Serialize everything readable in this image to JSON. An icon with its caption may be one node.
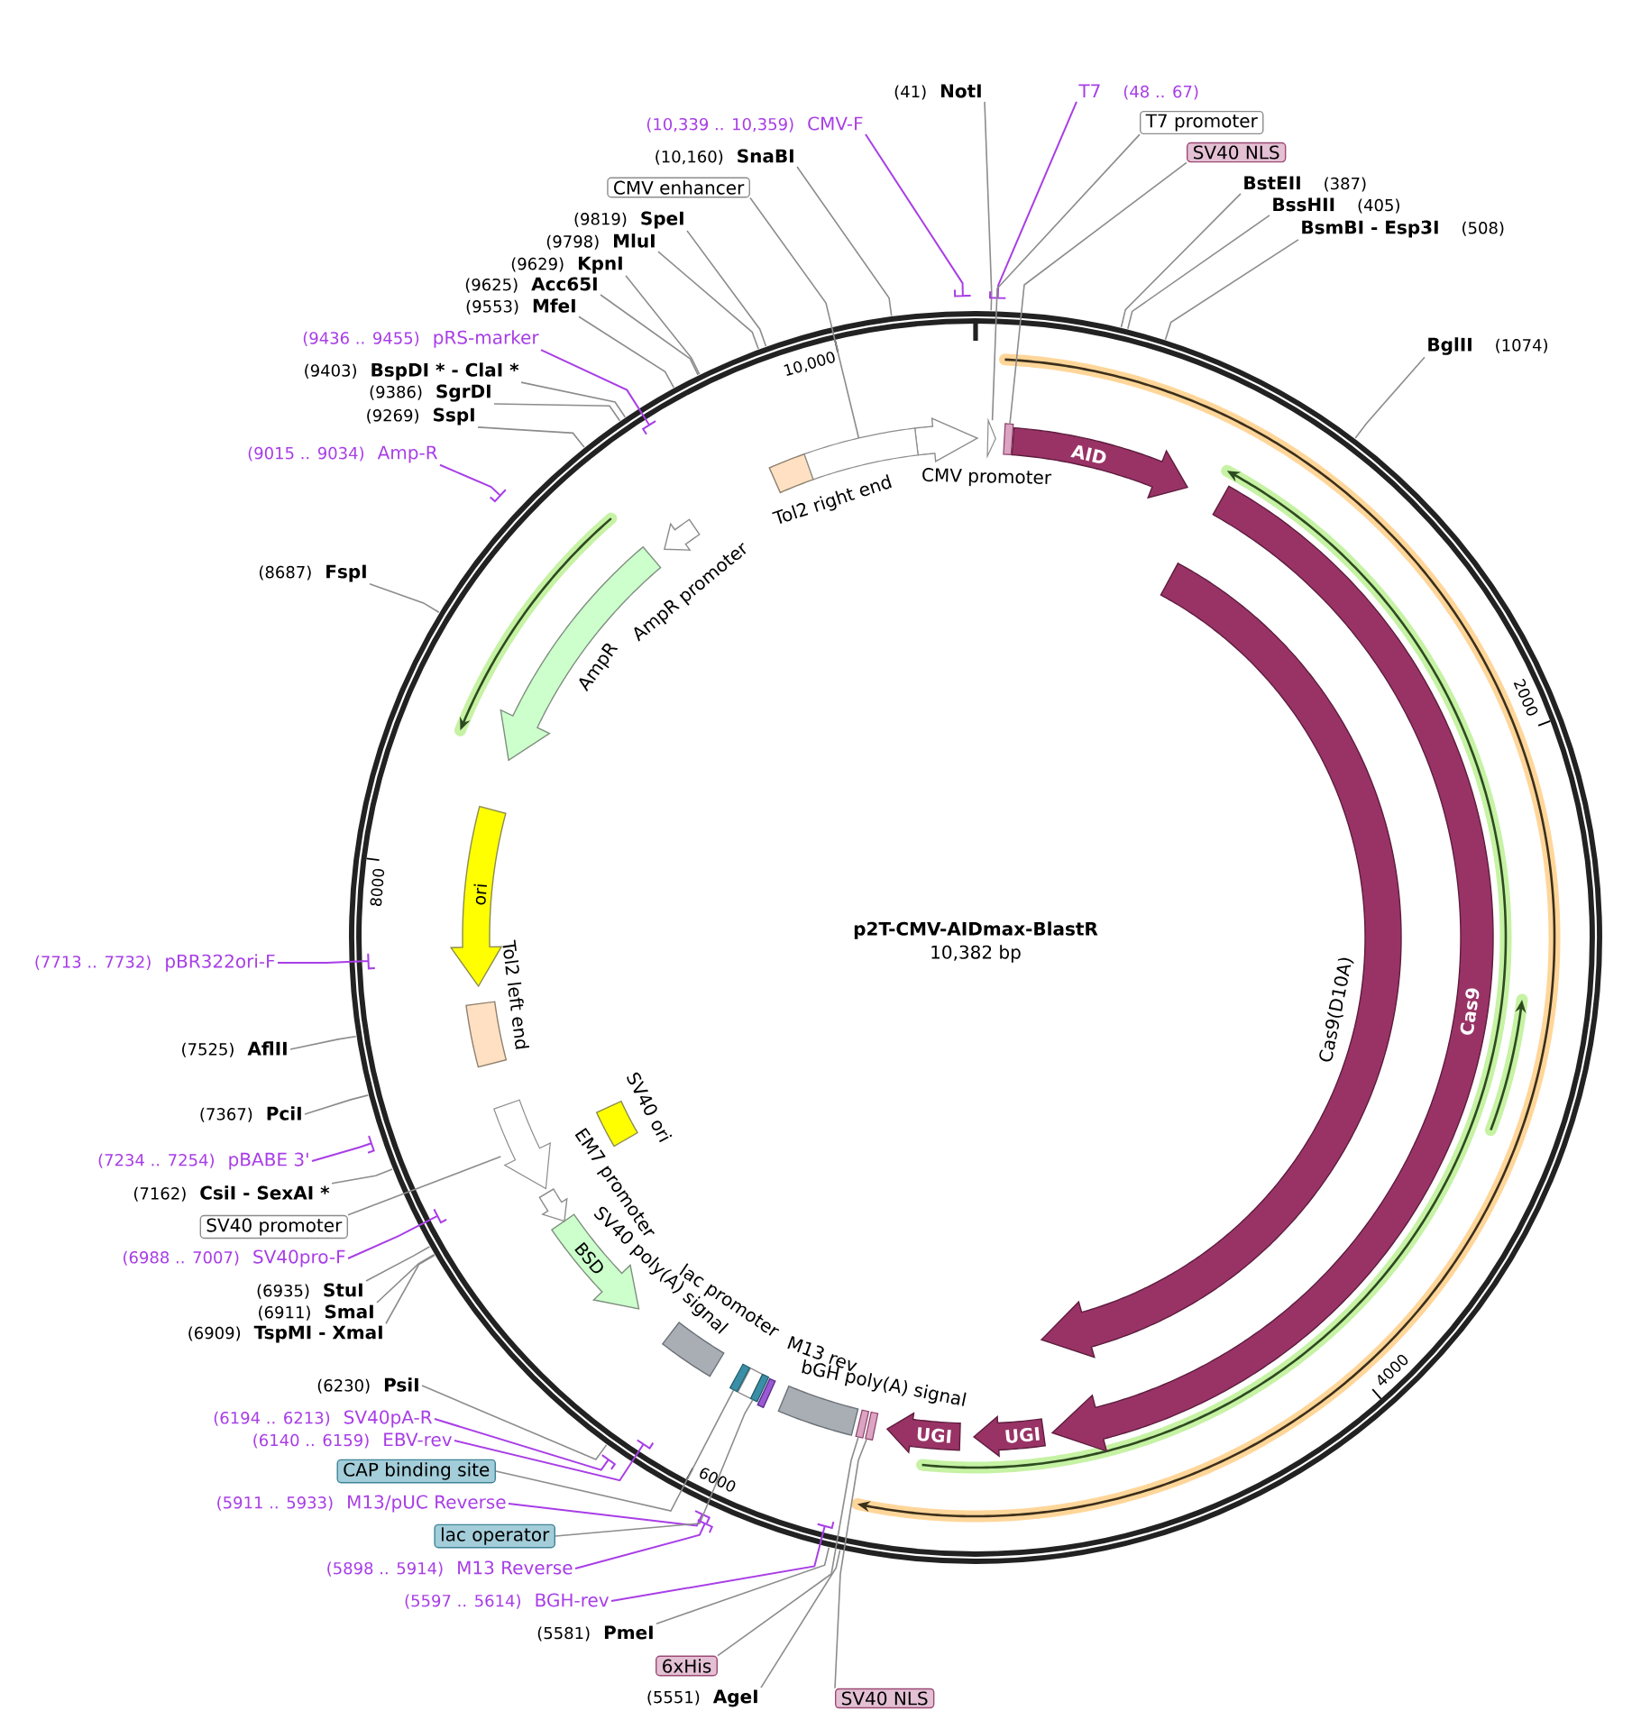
{
  "diagram": {
    "title": "p2T-CMV-AIDmax-BlastR",
    "nodes": [
      {
        "text": [
          "(41)",
          "NotI"
        ]
      },
      {
        "text": [
          "T7",
          "(48 .. 67)"
        ]
      },
      {
        "text": [
          "(10,339 .. 10,359)",
          "CMV-F"
        ]
      },
      {
        "text": [
          "T7 promoter"
        ]
      },
      {
        "text": [
          "(10,160)",
          "SnaBI"
        ]
      },
      {
        "text": [
          "SV40 NLS"
        ]
      },
      {
        "text": [
          "CMV enhancer"
        ]
      },
      {
        "text": [
          "BstEII",
          "(387)"
        ]
      },
      {
        "text": [
          "BssHII",
          "(405)"
        ]
      },
      {
        "text": [
          "(9819)",
          "SpeI"
        ]
      },
      {
        "text": [
          "BsmBI - Esp3I",
          "(508)"
        ]
      },
      {
        "text": [
          "(9798)",
          "MluI"
        ]
      },
      {
        "text": [
          "(9629)",
          "KpnI"
        ]
      },
      {
        "text": [
          "(9625)",
          "Acc65I"
        ]
      },
      {
        "text": [
          "(9553)",
          "MfeI"
        ]
      },
      {
        "text": [
          "(9436 .. 9455)",
          "pRS-marker"
        ]
      },
      {
        "text": [
          "BglII",
          "(1074)"
        ]
      },
      {
        "text": [
          "(9403)",
          "BspDI * - ClaI *"
        ]
      },
      {
        "text": [
          "(9386)",
          "SgrDI"
        ]
      },
      {
        "text": [
          "(9269)",
          "SspI"
        ]
      },
      {
        "text": [
          "(9015 .. 9034)",
          "Amp-R"
        ]
      },
      {
        "text": [
          "(8687)",
          "FspI"
        ]
      },
      {
        "text": [
          "(7713 .. 7732)",
          "pBR322ori-F"
        ]
      },
      {
        "text": [
          "(7525)",
          "AflII"
        ]
      },
      {
        "text": [
          "(7367)",
          "PciI"
        ]
      },
      {
        "text": [
          "(7234 .. 7254)",
          "pBABE 3'"
        ]
      },
      {
        "text": [
          "(7162)",
          "CsiI - SexAI *"
        ]
      },
      {
        "text": [
          "SV40 promoter"
        ]
      },
      {
        "text": [
          "(6988 .. 7007)",
          "SV40pro-F"
        ]
      },
      {
        "text": [
          "(6935)",
          "StuI"
        ]
      },
      {
        "text": [
          "(6911)",
          "SmaI"
        ]
      },
      {
        "text": [
          "(6909)",
          "TspMI - XmaI"
        ]
      },
      {
        "text": [
          "(6230)",
          "PsiI"
        ]
      },
      {
        "text": [
          "(6194 .. 6213)",
          "SV40pA-R"
        ]
      },
      {
        "text": [
          "(6140 .. 6159)",
          "EBV-rev"
        ]
      },
      {
        "text": [
          "CAP binding site"
        ]
      },
      {
        "text": [
          "(5911 .. 5933)",
          "M13/pUC Reverse"
        ]
      },
      {
        "text": [
          "lac operator"
        ]
      },
      {
        "text": [
          "(5898 .. 5914)",
          "M13 Reverse"
        ]
      },
      {
        "text": [
          "(5597 .. 5614)",
          "BGH-rev"
        ]
      },
      {
        "text": [
          "(5581)",
          "PmeI"
        ]
      },
      {
        "text": [
          "6xHis"
        ]
      },
      {
        "text": [
          "(5551)",
          "AgeI"
        ]
      },
      {
        "text": [
          "SV40 NLS"
        ]
      },
      {
        "text": [
          "CMV promoter"
        ]
      },
      {
        "text": [
          "AID"
        ]
      },
      {
        "text": [
          "Cas9"
        ]
      },
      {
        "text": [
          "Cas9(D10A)"
        ]
      },
      {
        "text": [
          "UGI"
        ]
      },
      {
        "text": [
          "UGI"
        ]
      },
      {
        "text": [
          "bGH poly(A) signal"
        ]
      },
      {
        "text": [
          "M13 rev"
        ]
      },
      {
        "text": [
          "lac promoter"
        ]
      },
      {
        "text": [
          "SV40 poly(A) signal"
        ]
      },
      {
        "text": [
          "BSD"
        ]
      },
      {
        "text": [
          "EM7 promoter"
        ]
      },
      {
        "text": [
          "SV40 ori"
        ]
      },
      {
        "text": [
          "Tol2 left end"
        ]
      },
      {
        "text": [
          "ori"
        ]
      },
      {
        "text": [
          "AmpR"
        ]
      },
      {
        "text": [
          "AmpR promoter"
        ]
      },
      {
        "text": [
          "Tol2 right end"
        ]
      },
      {
        "text": [],
        "shape": "arrow"
      },
      {
        "text": [],
        "shape": "box"
      },
      {
        "text": [],
        "shape": "bar"
      },
      {
        "text": [],
        "shape": "arrow"
      },
      {
        "text": [],
        "shape": "box"
      },
      {
        "text": [],
        "shape": "box"
      },
      {
        "text": [],
        "shape": "box"
      },
      {
        "text": [],
        "shape": "box"
      }
    ],
    "edges": [
      {
        "from": 0,
        "to": null,
        "arrow": "none"
      },
      {
        "from": 1,
        "to": null,
        "arrow": "none",
        "color": "#a83ee6"
      },
      {
        "from": 2,
        "to": null,
        "arrow": "none",
        "color": "#a83ee6"
      },
      {
        "from": 3,
        "to": 62,
        "arrow": "none"
      },
      {
        "from": 4,
        "to": null,
        "arrow": "none"
      },
      {
        "from": 5,
        "to": 63,
        "arrow": "none"
      },
      {
        "from": 6,
        "to": 64,
        "arrow": "none"
      },
      {
        "from": 7,
        "to": null,
        "arrow": "none"
      },
      {
        "from": 8,
        "to": null,
        "arrow": "none"
      },
      {
        "from": 9,
        "to": null,
        "arrow": "none"
      },
      {
        "from": 10,
        "to": null,
        "arrow": "none"
      },
      {
        "from": 11,
        "to": null,
        "arrow": "none"
      },
      {
        "from": 12,
        "to": null,
        "arrow": "none"
      },
      {
        "from": 13,
        "to": null,
        "arrow": "none"
      },
      {
        "from": 14,
        "to": null,
        "arrow": "none"
      },
      {
        "from": 15,
        "to": null,
        "arrow": "none",
        "color": "#a83ee6"
      },
      {
        "from": 16,
        "to": null,
        "arrow": "none"
      },
      {
        "from": 17,
        "to": null,
        "arrow": "none"
      },
      {
        "from": 18,
        "to": null,
        "arrow": "none"
      },
      {
        "from": 19,
        "to": null,
        "arrow": "none"
      },
      {
        "from": 20,
        "to": null,
        "arrow": "none",
        "color": "#a83ee6"
      },
      {
        "from": 21,
        "to": null,
        "arrow": "none"
      },
      {
        "from": 22,
        "to": null,
        "arrow": "none",
        "color": "#a83ee6"
      },
      {
        "from": 23,
        "to": null,
        "arrow": "none"
      },
      {
        "from": 24,
        "to": null,
        "arrow": "none"
      },
      {
        "from": 25,
        "to": null,
        "arrow": "none",
        "color": "#a83ee6"
      },
      {
        "from": 26,
        "to": null,
        "arrow": "none"
      },
      {
        "from": 27,
        "to": 65,
        "arrow": "none"
      },
      {
        "from": 28,
        "to": null,
        "arrow": "none",
        "color": "#a83ee6"
      },
      {
        "from": 29,
        "to": null,
        "arrow": "none"
      },
      {
        "from": 30,
        "to": null,
        "arrow": "none"
      },
      {
        "from": 31,
        "to": null,
        "arrow": "none"
      },
      {
        "from": 32,
        "to": null,
        "arrow": "none"
      },
      {
        "from": 33,
        "to": null,
        "arrow": "none",
        "color": "#a83ee6"
      },
      {
        "from": 34,
        "to": null,
        "arrow": "none",
        "color": "#a83ee6"
      },
      {
        "from": 35,
        "to": 66,
        "arrow": "none"
      },
      {
        "from": 36,
        "to": null,
        "arrow": "none",
        "color": "#a83ee6"
      },
      {
        "from": 37,
        "to": 67,
        "arrow": "none"
      },
      {
        "from": 38,
        "to": null,
        "arrow": "none",
        "color": "#a83ee6"
      },
      {
        "from": 39,
        "to": null,
        "arrow": "none",
        "color": "#a83ee6"
      },
      {
        "from": 40,
        "to": null,
        "arrow": "none"
      },
      {
        "from": 41,
        "to": 68,
        "arrow": "none"
      },
      {
        "from": 42,
        "to": null,
        "arrow": "none"
      },
      {
        "from": 43,
        "to": 69,
        "arrow": "none"
      }
    ],
    "labels": [
      "10,000",
      "2000",
      "8000",
      "10,382 bp",
      "4000",
      "6000"
    ]
  }
}
